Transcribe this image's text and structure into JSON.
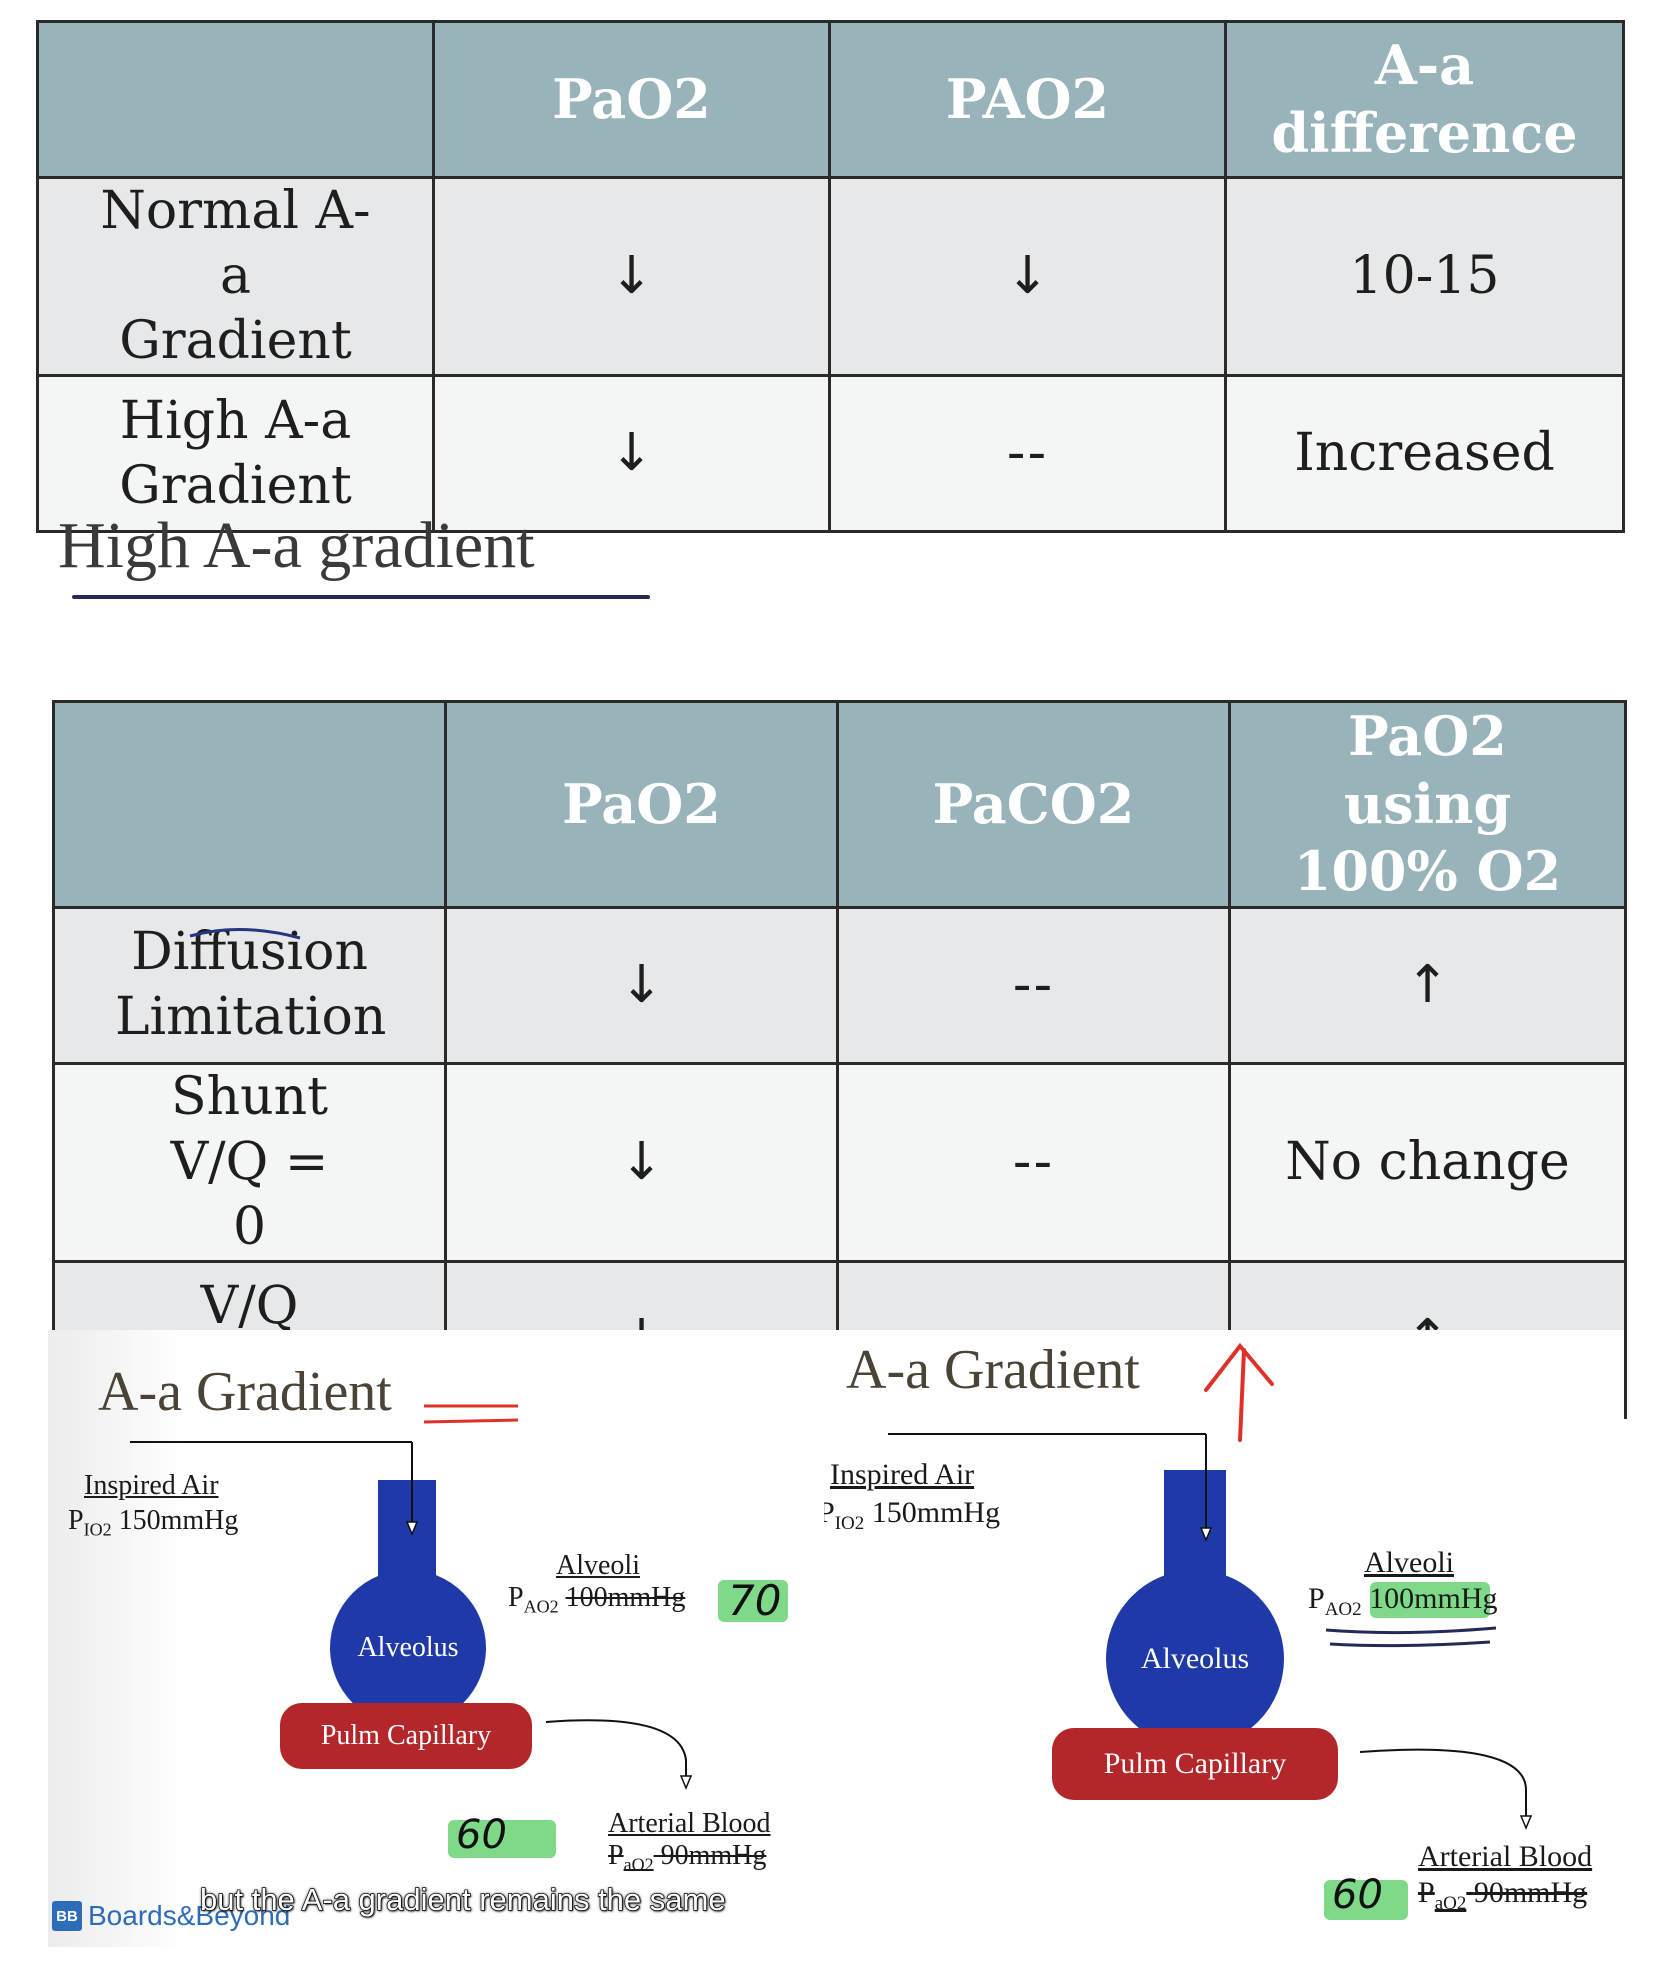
{
  "table1": {
    "headers": [
      "",
      "PaO2",
      "PAO2",
      "A-a difference"
    ],
    "rows": [
      [
        "Normal A-a Gradient",
        "↓",
        "↓",
        "10-15"
      ],
      [
        "High A-a Gradient",
        "↓",
        "--",
        "Increased"
      ]
    ]
  },
  "section_title": "High A-a gradient",
  "table2": {
    "headers": [
      "",
      "PaO2",
      "PaCO2",
      "PaO2 using 100% O2"
    ],
    "rows": [
      [
        "Diffusion Limitation",
        "↓",
        "--",
        "↑"
      ],
      [
        "Shunt V/Q = 0",
        "↓",
        "--",
        "No change"
      ],
      [
        "V/Q Mismatch",
        "↓",
        "--",
        "↑"
      ]
    ]
  },
  "slide_left": {
    "title": "A-a Gradient",
    "inspired_air": "Inspired Air",
    "pio2_sub": "IO2",
    "pio2_value": "150mmHg",
    "alveoli_label": "Alveoli",
    "pao2_alv_sub": "AO2",
    "pao2_alv_value": "100mmHg",
    "alveolus": "Alveolus",
    "capillary": "Pulm Capillary",
    "arterial_label": "Arterial Blood",
    "pao2_art_sub": "aO2",
    "pao2_art_value": "90mmHg",
    "annotation_alv": "70",
    "annotation_art": "60"
  },
  "slide_right": {
    "title": "A-a Gradient",
    "inspired_air": "Inspired Air",
    "pio2_sub": "IO2",
    "pio2_value": "150mmHg",
    "alveoli_label": "Alveoli",
    "pao2_alv_sub": "AO2",
    "pao2_alv_value": "100mmHg",
    "alveolus": "Alveolus",
    "capillary": "Pulm Capillary",
    "arterial_label": "Arterial Blood",
    "pao2_art_sub": "aO2",
    "pao2_art_value": "90mmHg",
    "annotation_art": "60"
  },
  "caption": "but the A-a gradient remains the same",
  "brand": {
    "mark": "BB",
    "name": "Boards&Beyond"
  },
  "colors": {
    "header_bg": "#98b3ba",
    "alveolus_blue": "#1f3aa8",
    "capillary_red": "#b3262a",
    "highlight_green": "#5ed16a",
    "ink_red": "#e0302a"
  }
}
